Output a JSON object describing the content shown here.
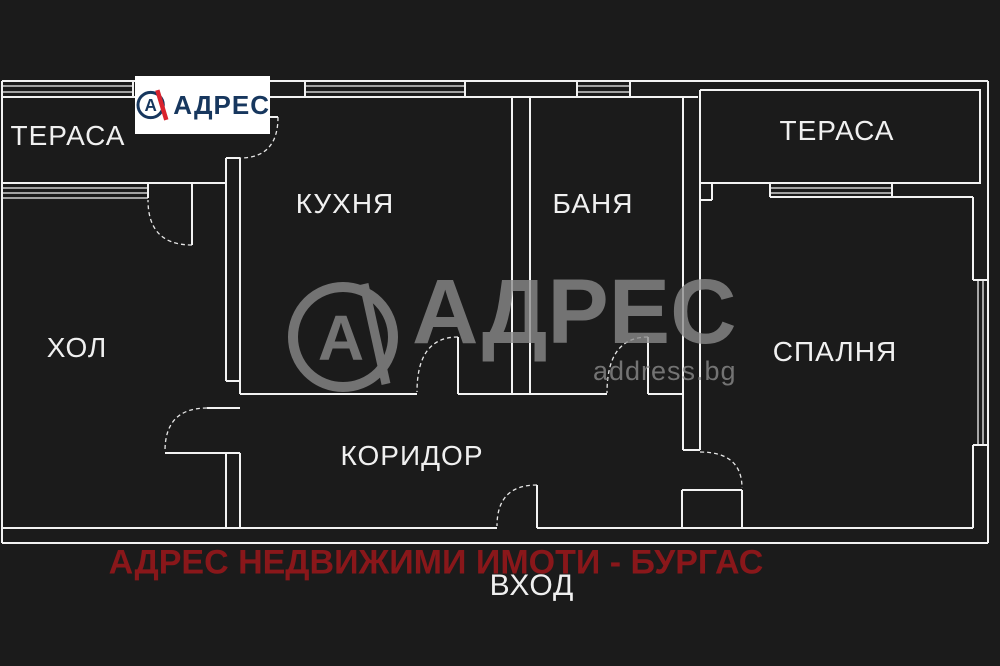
{
  "header_logo": {
    "brand": "АДРЕС",
    "monogram_letter": "А"
  },
  "rooms": {
    "terrace_left": {
      "label": "ТЕРАСА"
    },
    "kitchen": {
      "label": "КУХНЯ"
    },
    "bathroom": {
      "label": "БАНЯ"
    },
    "terrace_right": {
      "label": "ТЕРАСА"
    },
    "living_room": {
      "label": "ХОЛ"
    },
    "bedroom": {
      "label": "СПАЛНЯ"
    },
    "corridor": {
      "label": "КОРИДОР"
    },
    "entrance": {
      "label": "ВХОД"
    }
  },
  "watermark": {
    "brand": "АДРЕС",
    "domain": "address.bg",
    "monogram_letter": "А"
  },
  "footer": {
    "agency_line": "АДРЕС НЕДВИЖИМИ ИМОТИ - БУРГАС"
  },
  "colors": {
    "background": "#1b1b1b",
    "wall": "#f2f2f2",
    "label_text": "#f0f0f0",
    "brand_navy": "#17375e",
    "brand_red": "#d9232e",
    "logo_bg": "#ffffff",
    "watermark_gray": "#8c8c8c",
    "footer_red": "#8f171a"
  }
}
